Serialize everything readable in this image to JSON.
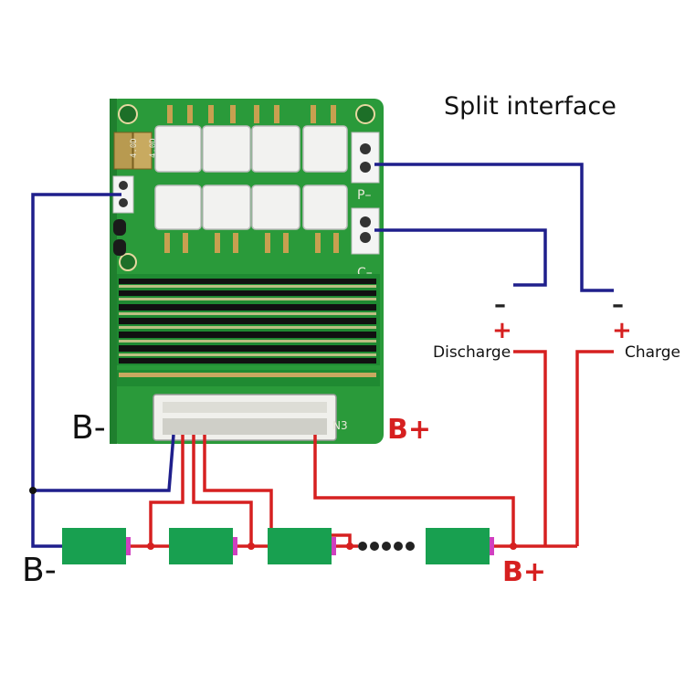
{
  "title": "Split interface",
  "labels": {
    "b_minus_board": "B-",
    "b_plus_board": "B+",
    "b_minus_pack": "B-",
    "b_plus_pack": "B+",
    "discharge": "Discharge",
    "charge": "Charge",
    "discharge_minus": "–",
    "discharge_plus": "+",
    "charge_minus": "–",
    "charge_plus": "+",
    "pcb_c_minus": "C–",
    "pcb_p_minus": "P–",
    "pcb_connector_id": "N3",
    "pcb_cap_1": "4.0D",
    "pcb_cap_2": "4.0D"
  },
  "colors": {
    "pcb_green": "#2a9a3a",
    "wire_blue": "#1f1f8c",
    "wire_red": "#d62020",
    "cell_green": "#18a050",
    "cell_terminal": "#d040c0"
  }
}
